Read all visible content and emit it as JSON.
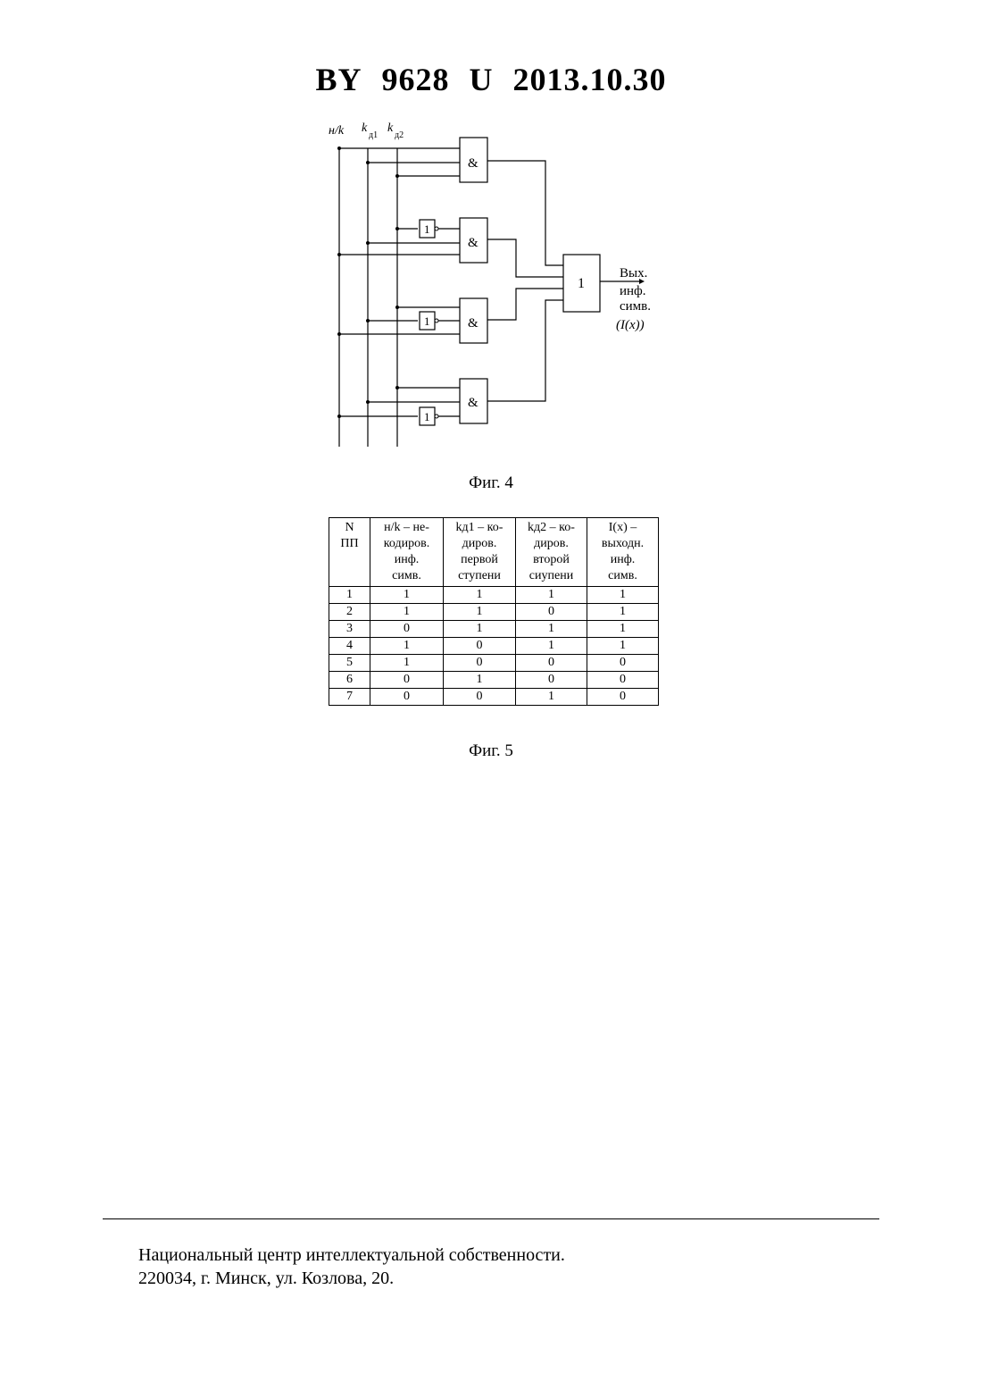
{
  "header": {
    "country": "BY",
    "number": "9628",
    "kind": "U",
    "date": "2013.10.30"
  },
  "figure4": {
    "caption": "Фиг. 4",
    "input_labels": [
      "н/k",
      "k",
      "д1",
      "k",
      "д2"
    ],
    "and_symbol": "&",
    "or_symbol": "1",
    "not_symbol": "1",
    "output_label_lines": [
      "Вых.",
      "инф.",
      "симв.",
      "(I(x))"
    ]
  },
  "figure5": {
    "caption": "Фиг. 5",
    "header_rows": [
      [
        "N",
        "ПП"
      ],
      [
        "н/k – не-",
        "кодиров.",
        "инф.",
        "симв."
      ],
      [
        "kд1 – ко-",
        "диров.",
        "первой",
        "ступени"
      ],
      [
        "kд2 – ко-",
        "диров.",
        "второй",
        "сиупени"
      ],
      [
        "I(x) –",
        "выходн.",
        "инф.",
        "симв."
      ]
    ],
    "rows": [
      [
        "1",
        "1",
        "1",
        "1",
        "1"
      ],
      [
        "2",
        "1",
        "1",
        "0",
        "1"
      ],
      [
        "3",
        "0",
        "1",
        "1",
        "1"
      ],
      [
        "4",
        "1",
        "0",
        "1",
        "1"
      ],
      [
        "5",
        "1",
        "0",
        "0",
        "0"
      ],
      [
        "6",
        "0",
        "1",
        "0",
        "0"
      ],
      [
        "7",
        "0",
        "0",
        "1",
        "0"
      ]
    ]
  },
  "footer": {
    "line1": "Национальный центр интеллектуальной собственности.",
    "line2": "220034, г. Минск, ул. Козлова, 20."
  }
}
